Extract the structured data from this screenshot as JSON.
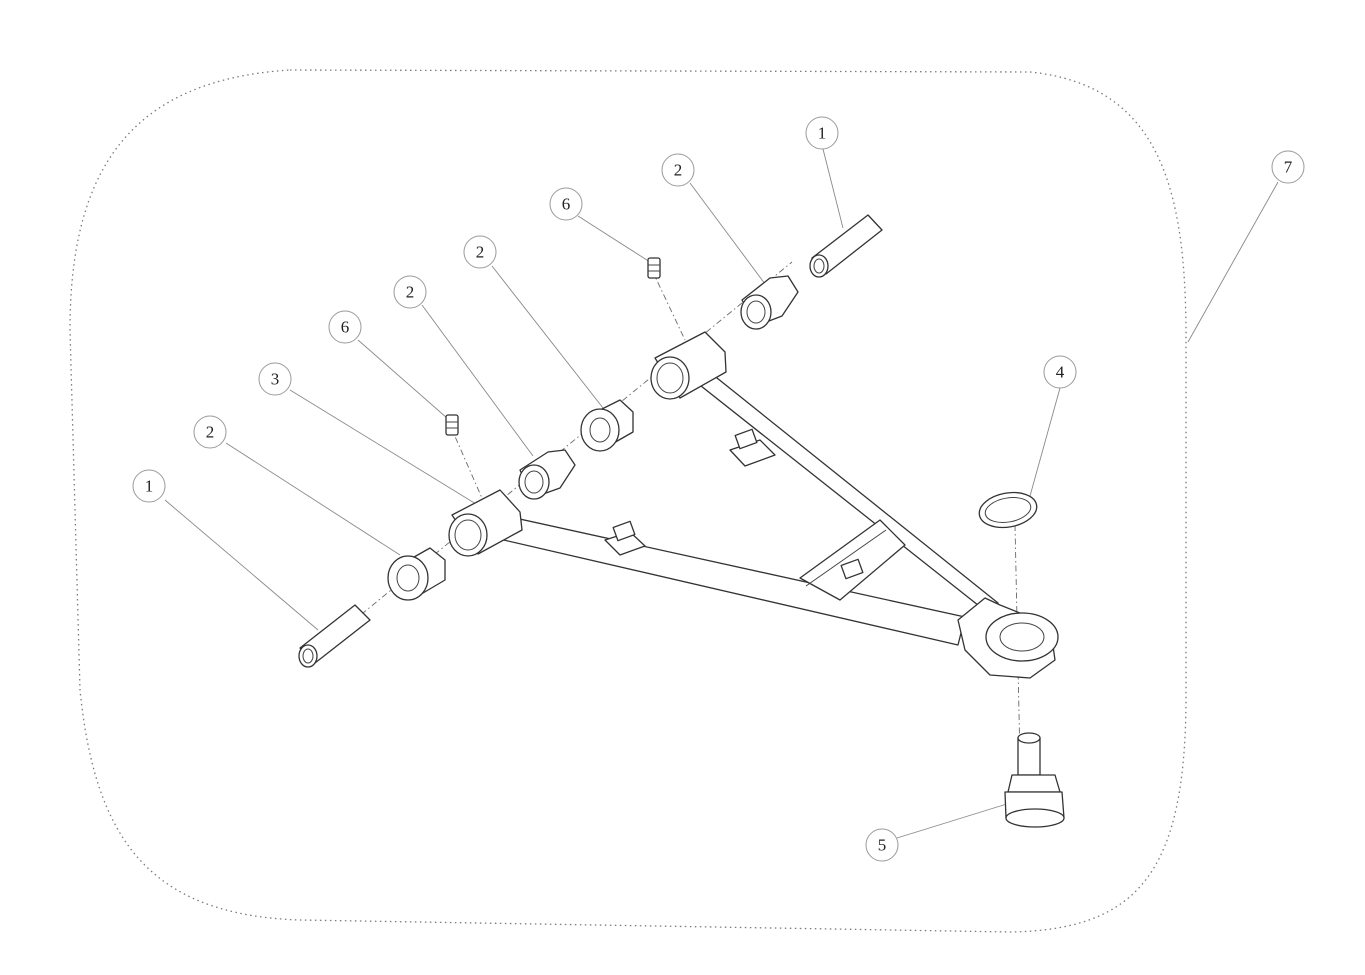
{
  "callouts": [
    {
      "id": "c1a",
      "label": "1"
    },
    {
      "id": "c1b",
      "label": "1"
    },
    {
      "id": "c2a",
      "label": "2"
    },
    {
      "id": "c2b",
      "label": "2"
    },
    {
      "id": "c2c",
      "label": "2"
    },
    {
      "id": "c2d",
      "label": "2"
    },
    {
      "id": "c3",
      "label": "3"
    },
    {
      "id": "c4",
      "label": "4"
    },
    {
      "id": "c5",
      "label": "5"
    },
    {
      "id": "c6a",
      "label": "6"
    },
    {
      "id": "c6b",
      "label": "6"
    },
    {
      "id": "c7",
      "label": "7"
    }
  ],
  "colors": {
    "line": "#333333",
    "leader": "#8a8a8a",
    "boundary": "#7a7a7a",
    "background": "#ffffff"
  }
}
